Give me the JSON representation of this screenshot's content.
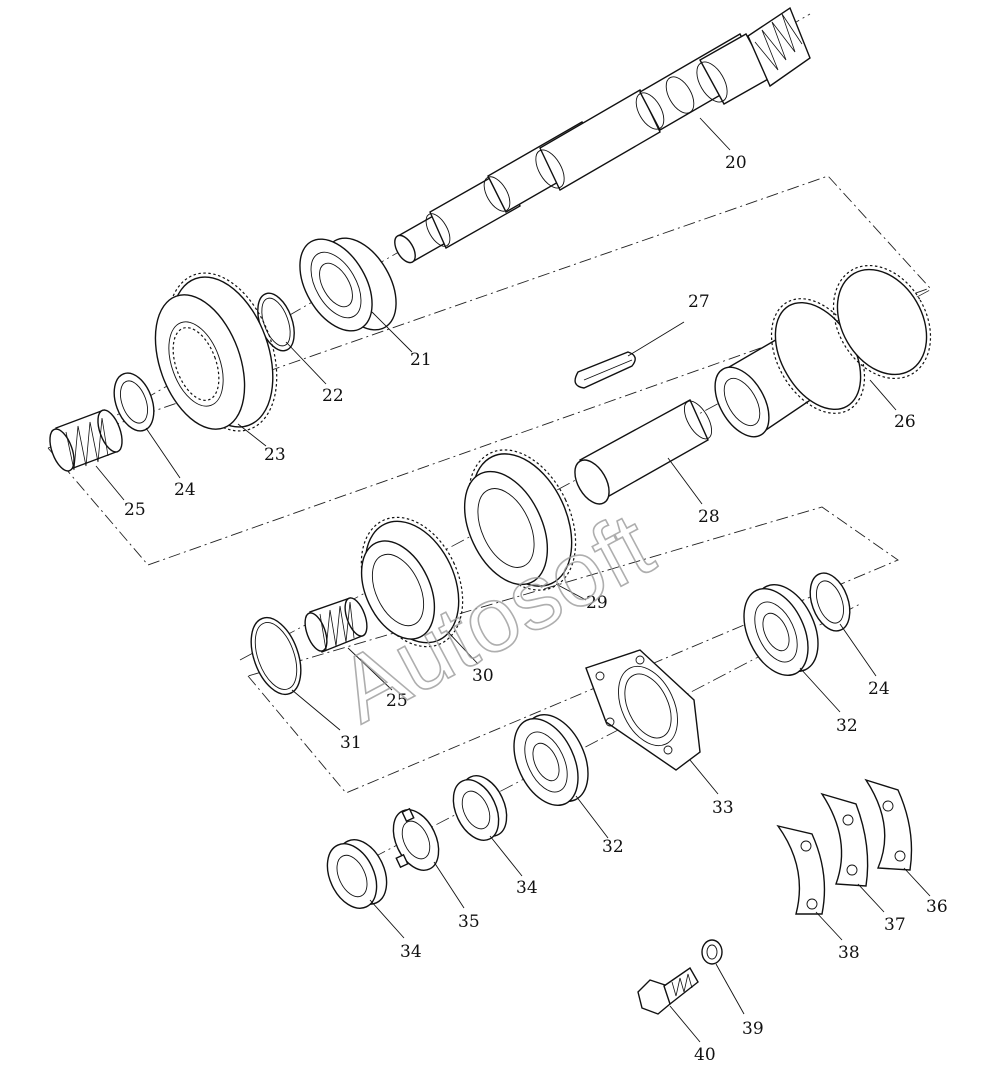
{
  "watermark": "Autosoft",
  "parts": [
    {
      "id": "p20",
      "label": "20"
    },
    {
      "id": "p21",
      "label": "21"
    },
    {
      "id": "p22",
      "label": "22"
    },
    {
      "id": "p23",
      "label": "23"
    },
    {
      "id": "p24a",
      "label": "24"
    },
    {
      "id": "p25a",
      "label": "25"
    },
    {
      "id": "p26",
      "label": "26"
    },
    {
      "id": "p27",
      "label": "27"
    },
    {
      "id": "p28",
      "label": "28"
    },
    {
      "id": "p29",
      "label": "29"
    },
    {
      "id": "p30",
      "label": "30"
    },
    {
      "id": "p25b",
      "label": "25"
    },
    {
      "id": "p31",
      "label": "31"
    },
    {
      "id": "p32a",
      "label": "32"
    },
    {
      "id": "p24b",
      "label": "24"
    },
    {
      "id": "p33",
      "label": "33"
    },
    {
      "id": "p32b",
      "label": "32"
    },
    {
      "id": "p34a",
      "label": "34"
    },
    {
      "id": "p35",
      "label": "35"
    },
    {
      "id": "p34b",
      "label": "34"
    },
    {
      "id": "p38",
      "label": "38"
    },
    {
      "id": "p37",
      "label": "37"
    },
    {
      "id": "p36",
      "label": "36"
    },
    {
      "id": "p39",
      "label": "39"
    },
    {
      "id": "p40",
      "label": "40"
    }
  ]
}
